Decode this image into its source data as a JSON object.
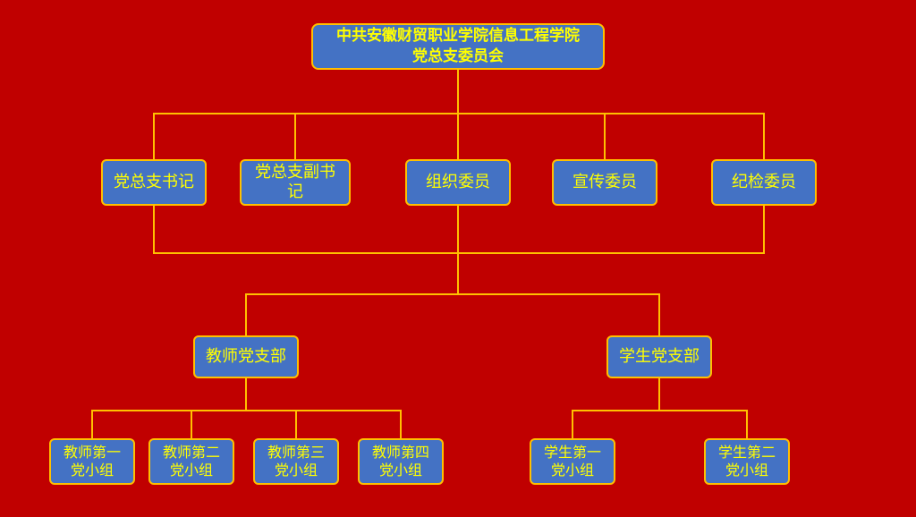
{
  "colors": {
    "background": "#c00000",
    "box_fill": "#4472c4",
    "box_border": "#ffc000",
    "text": "#ffff00",
    "line": "#ffc000"
  },
  "org": {
    "title": {
      "line1": "中共安徽财贸职业学院信息工程学院",
      "line2": "党总支委员会"
    },
    "level2": [
      {
        "label": "党总支书记"
      },
      {
        "label": "党总支副书记"
      },
      {
        "label": "组织委员"
      },
      {
        "label": "宣传委员"
      },
      {
        "label": "纪检委员"
      }
    ],
    "branches": [
      {
        "label": "教师党支部"
      },
      {
        "label": "学生党支部"
      }
    ],
    "teacher_groups": [
      {
        "label": "教师第一党小组"
      },
      {
        "label": "教师第二党小组"
      },
      {
        "label": "教师第三党小组"
      },
      {
        "label": "教师第四党小组"
      }
    ],
    "student_groups": [
      {
        "label": "学生第一党小组"
      },
      {
        "label": "学生第二党小组"
      }
    ]
  }
}
